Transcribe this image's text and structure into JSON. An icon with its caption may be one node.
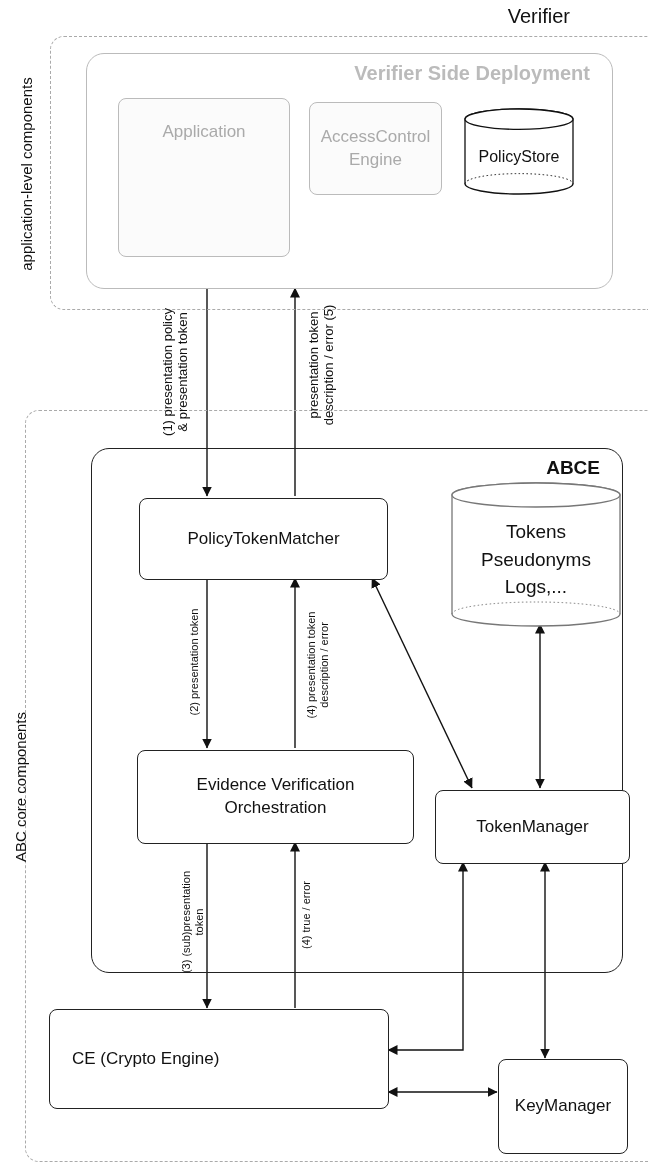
{
  "diagram": {
    "nodes": [
      {
        "text": [
          "Verifier"
        ],
        "beside": [
          "application-level components"
        ]
      },
      {
        "text": [
          "Verifier Side Deployment"
        ],
        "in": 0
      },
      {
        "text": [
          "Application"
        ],
        "in": 1
      },
      {
        "text": [
          "AccessControl Engine"
        ],
        "in": 1
      },
      {
        "text": [
          "PolicyStore"
        ],
        "in": 1
      },
      {
        "text": [],
        "shape": "box",
        "beside": [
          "ABC core components"
        ]
      },
      {
        "text": [
          "ABCE"
        ],
        "in": 5
      },
      {
        "text": [
          "PolicyTokenMatcher"
        ],
        "in": 6
      },
      {
        "text": [
          "Tokens Pseudonyms Logs,..."
        ],
        "in": 6
      },
      {
        "text": [
          "Evidence Verification Orchestration"
        ],
        "in": 6
      },
      {
        "text": [
          "TokenManager"
        ],
        "in": 6
      },
      {
        "text": [
          "CE (Crypto Engine)"
        ],
        "in": 5
      },
      {
        "text": [
          "KeyManager"
        ],
        "in": 5
      }
    ],
    "edges": [
      {
        "from": 1,
        "to": 7,
        "arrow": "to",
        "label": "(1) presentation policy & presentation token"
      },
      {
        "from": 7,
        "to": 1,
        "arrow": "to",
        "label": "presentation token description / error (5)"
      },
      {
        "from": 7,
        "to": 9,
        "arrow": "to",
        "label": "(2) presentation token"
      },
      {
        "from": 9,
        "to": 7,
        "arrow": "to",
        "label": "(4) presentation token description / error"
      },
      {
        "from": 9,
        "to": 11,
        "arrow": "to",
        "label": "(3) (sub)presentation token"
      },
      {
        "from": 11,
        "to": 9,
        "arrow": "to",
        "label": "(4) true / error"
      },
      {
        "from": 7,
        "to": 10,
        "arrow": "both"
      },
      {
        "from": 8,
        "to": 10,
        "arrow": "both"
      },
      {
        "from": 11,
        "to": 10,
        "arrow": "both"
      },
      {
        "from": 11,
        "to": 12,
        "arrow": "both"
      },
      {
        "from": 12,
        "to": 10,
        "arrow": "both"
      }
    ]
  }
}
